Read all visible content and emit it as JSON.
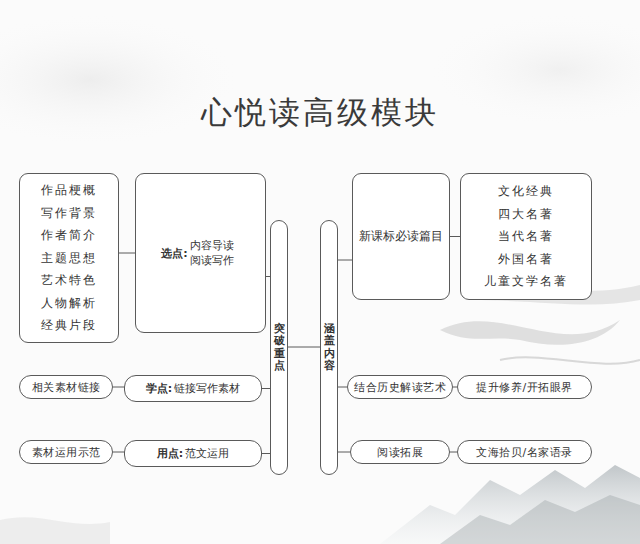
{
  "diagram": {
    "title": "心悦读高级模块",
    "nodes": [
      {
        "text": [
          "作品梗概 写作背景 作者简介 主题思想 艺术特色 人物解析 经典片段"
        ]
      },
      {
        "text": [
          "选点:",
          "内容导读 阅读写作"
        ]
      },
      {
        "text": [
          "突破重点"
        ]
      },
      {
        "text": [
          "涵盖内容"
        ]
      },
      {
        "text": [
          "新课标必读篇目"
        ]
      },
      {
        "text": [
          "文化经典 四大名著 当代名著 外国名著 儿童文学名著"
        ]
      },
      {
        "text": [
          "相关素材链接"
        ]
      },
      {
        "text": [
          "学点:",
          "链接写作素材"
        ]
      },
      {
        "text": [
          "素材运用示范"
        ]
      },
      {
        "text": [
          "用点:",
          "范文运用"
        ]
      },
      {
        "text": [
          "结合历史解读艺术"
        ]
      },
      {
        "text": [
          "提升修养/开拓眼界"
        ]
      },
      {
        "text": [
          "阅读拓展"
        ]
      },
      {
        "text": [
          "文海拾贝/名家语录"
        ]
      }
    ],
    "edges": [
      {
        "from": 0,
        "to": 1,
        "arrow": "none"
      },
      {
        "from": 1,
        "to": 2,
        "arrow": "none"
      },
      {
        "from": 6,
        "to": 7,
        "arrow": "none"
      },
      {
        "from": 7,
        "to": 2,
        "arrow": "none"
      },
      {
        "from": 8,
        "to": 9,
        "arrow": "none"
      },
      {
        "from": 9,
        "to": 2,
        "arrow": "none"
      },
      {
        "from": 2,
        "to": 3,
        "arrow": "none"
      },
      {
        "from": 3,
        "to": 4,
        "arrow": "none"
      },
      {
        "from": 4,
        "to": 5,
        "arrow": "none"
      },
      {
        "from": 3,
        "to": 10,
        "arrow": "none"
      },
      {
        "from": 10,
        "to": 11,
        "arrow": "none"
      },
      {
        "from": 3,
        "to": 12,
        "arrow": "none"
      },
      {
        "from": 12,
        "to": 13,
        "arrow": "none"
      }
    ]
  }
}
